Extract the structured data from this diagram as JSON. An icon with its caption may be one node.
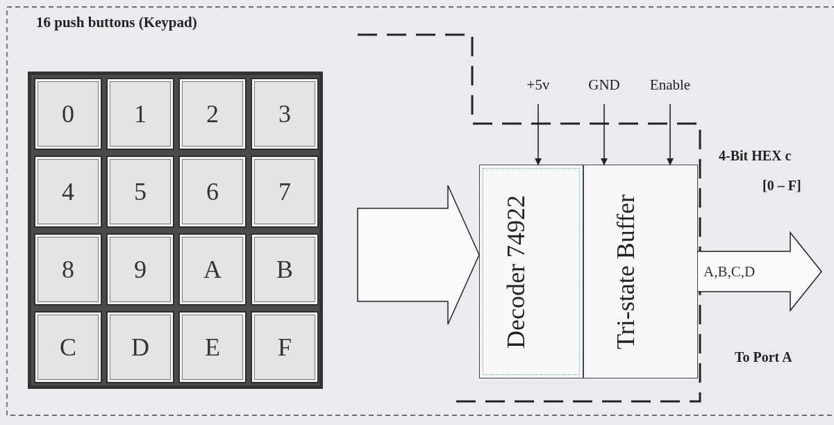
{
  "diagram": {
    "nodes": [
      {
        "text": [
          "16 push buttons (Keypad)"
        ]
      },
      {
        "text": [
          "0"
        ],
        "in": 0
      },
      {
        "text": [
          "1"
        ],
        "in": 0
      },
      {
        "text": [
          "2"
        ],
        "in": 0
      },
      {
        "text": [
          "3"
        ],
        "in": 0
      },
      {
        "text": [
          "4"
        ],
        "in": 0
      },
      {
        "text": [
          "5"
        ],
        "in": 0
      },
      {
        "text": [
          "6"
        ],
        "in": 0
      },
      {
        "text": [
          "7"
        ],
        "in": 0
      },
      {
        "text": [
          "8"
        ],
        "in": 0
      },
      {
        "text": [
          "9"
        ],
        "in": 0
      },
      {
        "text": [
          "A"
        ],
        "in": 0
      },
      {
        "text": [
          "B"
        ],
        "in": 0
      },
      {
        "text": [
          "C"
        ],
        "in": 0
      },
      {
        "text": [
          "D"
        ],
        "in": 0
      },
      {
        "text": [
          "E"
        ],
        "in": 0
      },
      {
        "text": [
          "F"
        ],
        "in": 0
      },
      {
        "text": [],
        "shape": "box"
      },
      {
        "text": [
          "Decoder 74922"
        ],
        "in": 17
      },
      {
        "text": [
          "Tri-state Buffer"
        ],
        "in": 17
      },
      {
        "text": [
          "+5v"
        ]
      },
      {
        "text": [
          "GND"
        ]
      },
      {
        "text": [
          "Enable"
        ]
      }
    ],
    "edges": [
      {
        "from": 0,
        "to": 17,
        "arrow": "to",
        "style": "thick"
      },
      {
        "from": 20,
        "to": 17,
        "arrow": "to"
      },
      {
        "from": 21,
        "to": 17,
        "arrow": "to"
      },
      {
        "from": 22,
        "to": 17,
        "arrow": "to"
      },
      {
        "from": 19,
        "to": null,
        "arrow": "to",
        "style": "thick",
        "label": "A,B,C,D"
      }
    ],
    "labels": [
      "4-Bit HEX c",
      "[0 – F]",
      "To Port A"
    ]
  }
}
